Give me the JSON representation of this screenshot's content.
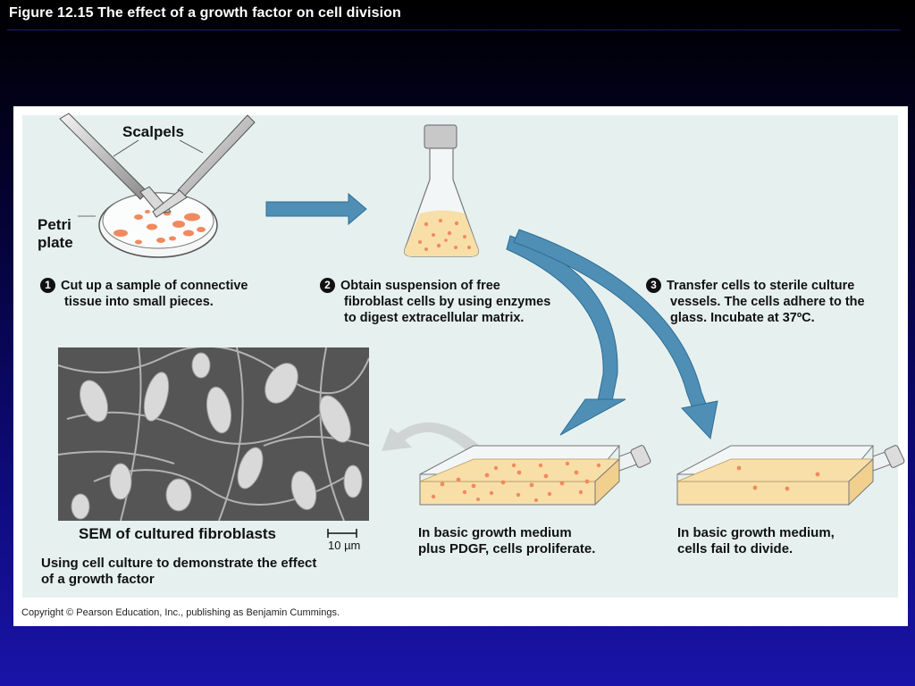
{
  "slide": {
    "title": "Figure 12.15  The effect of a growth factor on cell division"
  },
  "figure": {
    "labels": {
      "scalpels": "Scalpels",
      "petri_line1": "Petri",
      "petri_line2": "plate"
    },
    "steps": [
      {
        "number": "1",
        "line1": "Cut up a sample of connective",
        "line2": "tissue into small pieces.",
        "line3": ""
      },
      {
        "number": "2",
        "line1": "Obtain suspension of free",
        "line2": "fibroblast cells by using enzymes",
        "line3": "to digest extracellular matrix."
      },
      {
        "number": "3",
        "line1": "Transfer cells to sterile culture",
        "line2": "vessels. The cells adhere to the",
        "line3": "glass. Incubate at 37ºC."
      }
    ],
    "sem_caption": "SEM of cultured fibroblasts",
    "scale_bar": "10 µm",
    "conclusion_line1": "Using cell culture to demonstrate the effect",
    "conclusion_line2": "of a growth factor",
    "flask_pdgf_line1": "In basic growth medium",
    "flask_pdgf_line2": "plus PDGF, cells proliferate.",
    "flask_basic_line1": "In basic growth medium,",
    "flask_basic_line2": "cells fail to divide.",
    "copyright": "Copyright © Pearson Education, Inc., publishing as Benjamin Cummings."
  },
  "colors": {
    "arrow": "#4f8fb6",
    "medium": "#f8dfa8",
    "cells": "#f08a5e",
    "sem_gray": "#cfcfcf"
  }
}
